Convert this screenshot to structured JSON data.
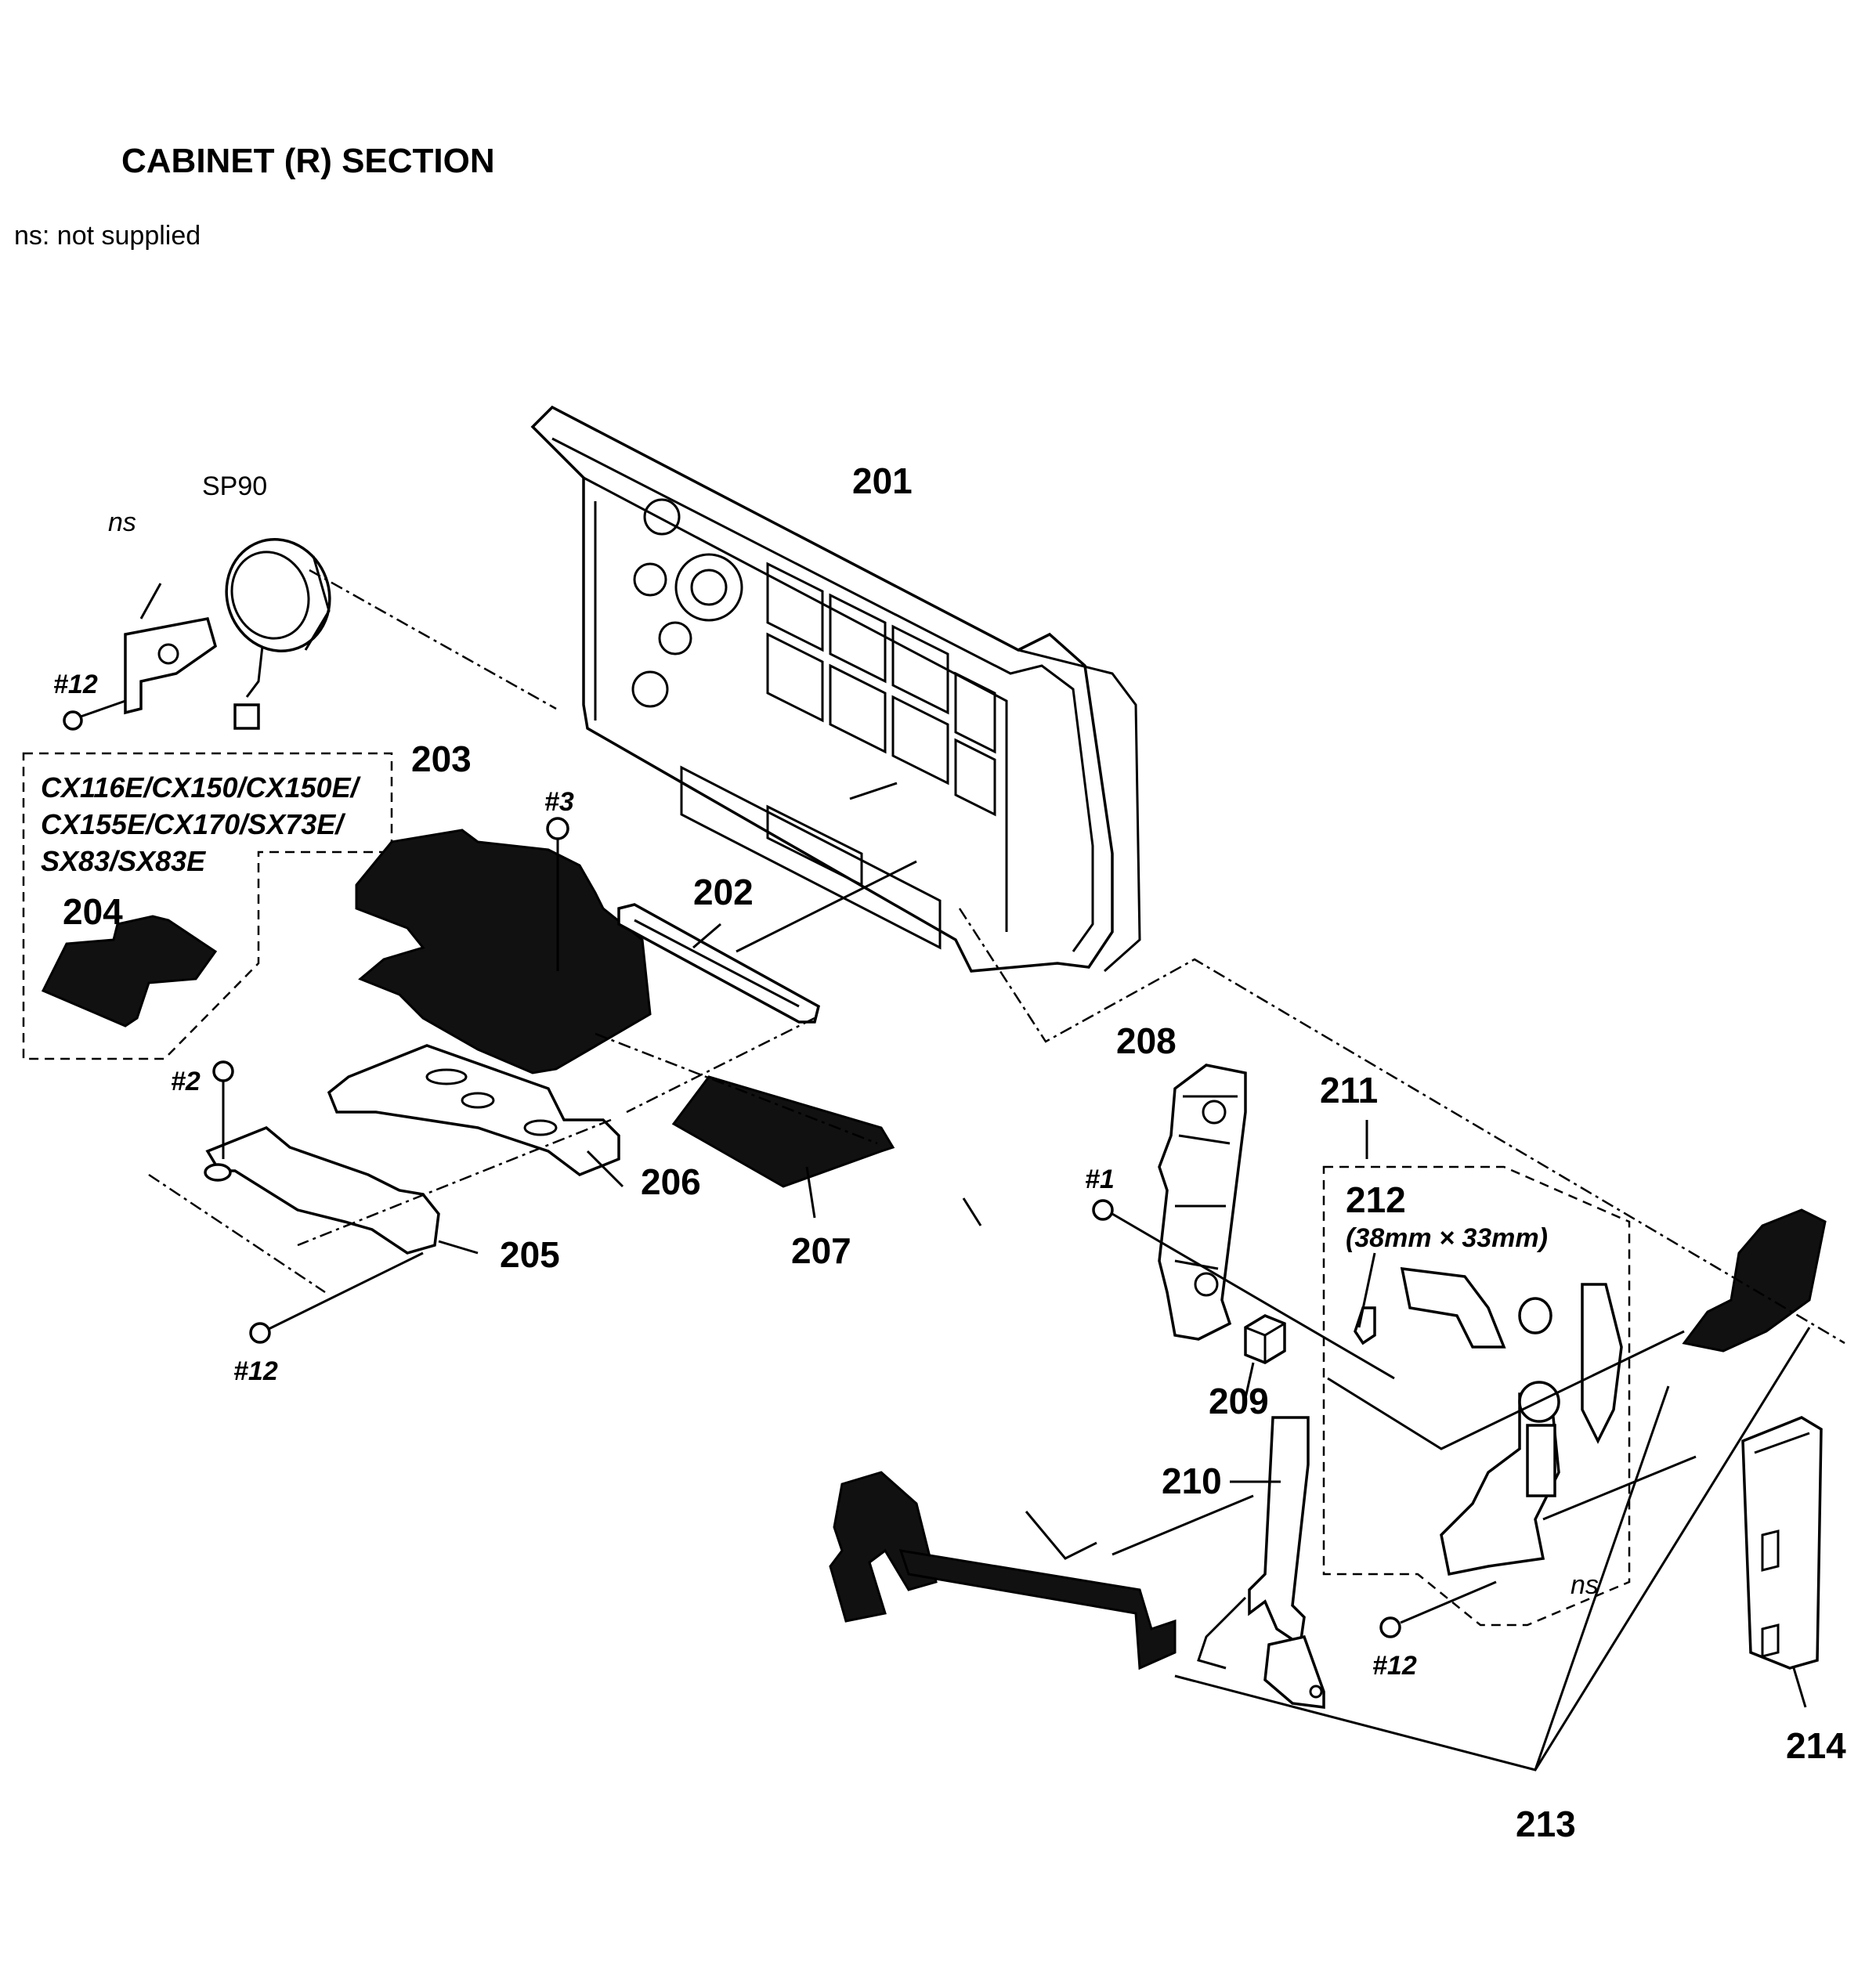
{
  "title": "CABINET (R) SECTION",
  "note": "ns: not supplied",
  "labels": {
    "sp90": "SP90",
    "ns": "ns",
    "screw_12": "#12",
    "screw_3": "#3",
    "screw_2": "#2",
    "screw_1": "#1",
    "size_212": "(38mm × 33mm)"
  },
  "models": [
    "CX116E/CX150/CX150E/",
    "CX155E/CX170/SX73E/",
    "SX83/SX83E"
  ],
  "parts": {
    "p201": "201",
    "p202": "202",
    "p203": "203",
    "p204": "204",
    "p205": "205",
    "p206": "206",
    "p207": "207",
    "p208": "208",
    "p209": "209",
    "p210": "210",
    "p211": "211",
    "p212": "212",
    "p213": "213",
    "p214": "214"
  }
}
